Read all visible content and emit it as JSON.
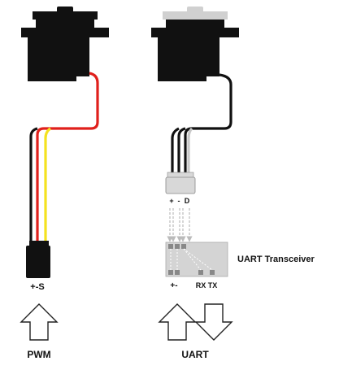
{
  "left": {
    "connector_label": "+-S",
    "arrow_label": "PWM"
  },
  "right": {
    "connector_pins": [
      "+",
      "-",
      "D"
    ],
    "transceiver_title": "UART Transceiver",
    "transceiver_labels": {
      "power": "+-",
      "rx_tx": "RX TX"
    },
    "arrow_label": "UART"
  },
  "colors": {
    "servo_body": "#111111",
    "servo_horn_left": "#111111",
    "servo_horn_right": "#d0d0d0",
    "wire_red": "#e0201c",
    "wire_yellow": "#f4e21f",
    "wire_black": "#111111",
    "wire_gray": "#c8c8c8",
    "connector_gray": "#d8d8d8"
  }
}
